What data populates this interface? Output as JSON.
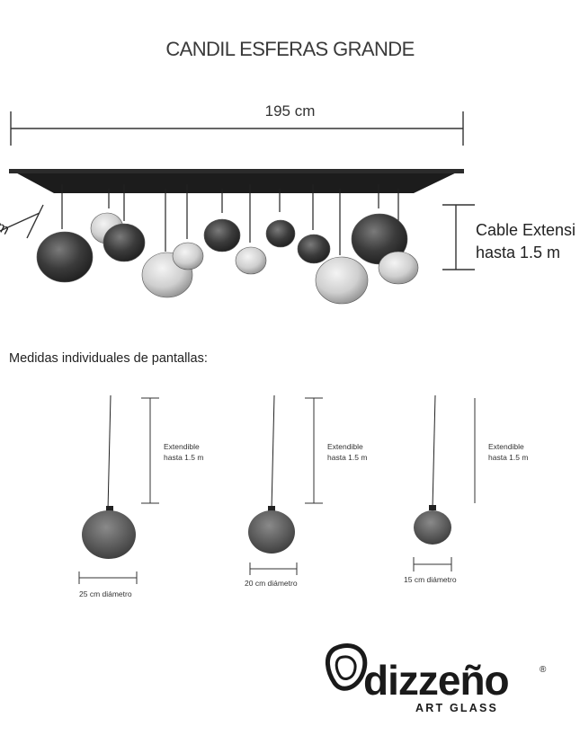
{
  "title": "CANDIL ESFERAS GRANDE",
  "overall_width": "195 cm",
  "depth_fragment": "cm",
  "cable": {
    "line1": "Cable Extensi",
    "line2": "hasta 1.5 m"
  },
  "section_heading": "Medidas individuales de pantallas:",
  "shades": [
    {
      "extend_line1": "Extendible",
      "extend_line2": "hasta 1.5 m",
      "diameter": "25 cm diámetro"
    },
    {
      "extend_line1": "Extendible",
      "extend_line2": "hasta 1.5 m",
      "diameter": "20 cm diámetro"
    },
    {
      "extend_line1": "Extendible",
      "extend_line2": "hasta 1.5 m",
      "diameter": "15 cm diámetro"
    }
  ],
  "brand": {
    "name": "dizzeño",
    "tagline": "ART GLASS",
    "mark": "®"
  },
  "colors": {
    "smoke_glass": "#3d3d3d",
    "clear_glass": "#c9c9c9",
    "bar": "#1c1c1c"
  }
}
